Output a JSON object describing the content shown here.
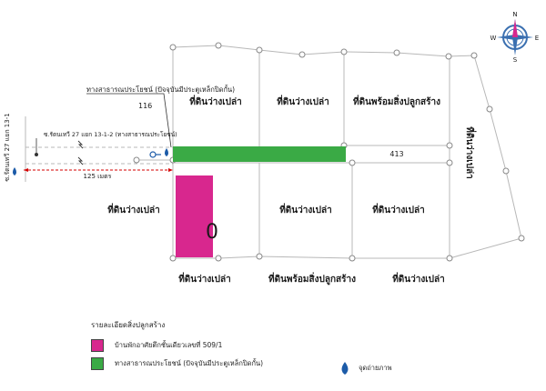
{
  "colors": {
    "building": "#d8278e",
    "public_way": "#3aaa45",
    "road_label": "#c0007a",
    "distance": "#d40000",
    "photo_point": "#1c5ba8",
    "line": "#b8b8b8"
  },
  "compass": {
    "north": "N",
    "south": "S",
    "east": "E",
    "west": "W",
    "icon": "compass-rose-icon"
  },
  "labels": {
    "public_way_note": "ทางสาธารณประโยชน์ (ปัจจุบันมีประตูเหล็กปิดกั้น)",
    "road_number_top": "116",
    "soi_note": "ซ.รัตนเทวี 27 แยก 13-1-2 (ทางสาธารณประโยชน์)",
    "soi_vertical": "ซ.รัตนเทวี 27 แยก 13-1",
    "distance": "125 เมตร",
    "road_number_right": "413",
    "lot_empty": "ที่ดินว่างเปล่า",
    "lot_built": "ที่ดินพร้อมสิ่งปลูกสร้าง",
    "lot_empty_vertical": "ที่ดินว่างเปล่า",
    "building_number_fragment": "0"
  },
  "legend": {
    "title": "รายละเอียดสิ่งปลูกสร้าง",
    "items": [
      {
        "text": "บ้านพักอาศัยตึกชั้นเดียวเลขที่ 509/1"
      },
      {
        "text": "ทางสาธารณประโยชน์ (ปัจจุบันมีประตูเหล็กปิดกั้น)"
      }
    ],
    "photo_point": "จุดถ่ายภาพ"
  }
}
